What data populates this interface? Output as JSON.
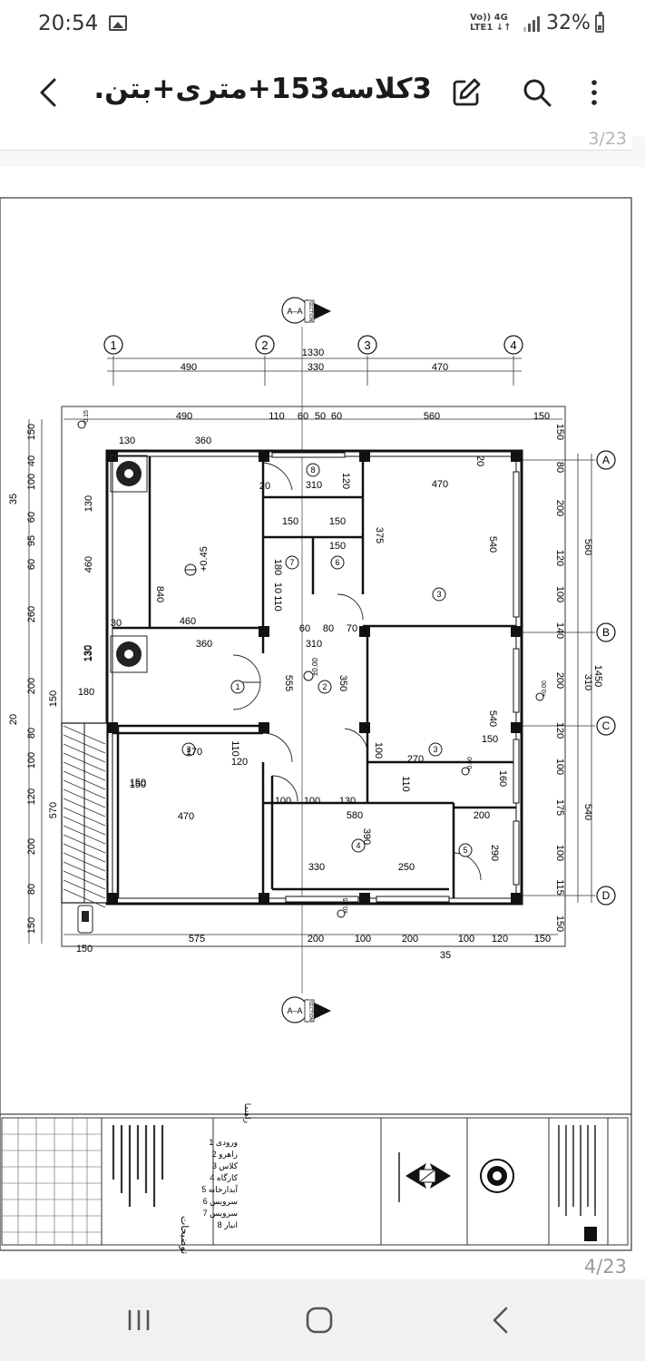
{
  "status_bar": {
    "time": "20:54",
    "network_top": "Vo))  4G",
    "network_bottom": "LTE1 ↓↑",
    "battery": "32%"
  },
  "app_bar": {
    "title": "3کلاسه153+متری+بتن...",
    "icons": [
      "back-arrow-icon",
      "edit-icon",
      "search-icon",
      "more-vert-icon"
    ]
  },
  "viewer": {
    "page_indicator_top": "3/23",
    "page_indicator_bottom": "4/23"
  },
  "drawing": {
    "section_label": "A–A",
    "section_tag": "SECTION",
    "grid_axes_top": [
      "1",
      "2",
      "3",
      "4"
    ],
    "grid_axes_right": [
      "A",
      "B",
      "C",
      "D"
    ],
    "top_total": "1330",
    "top_spans": [
      "490",
      "330",
      "470"
    ],
    "top_detail": [
      "490",
      "110",
      "60",
      "50",
      "60",
      "560",
      "150"
    ],
    "row_dims": [
      "130",
      "360",
      "470",
      "540",
      "375",
      "150",
      "150",
      "150",
      "310",
      "120",
      "20",
      "460",
      "360",
      "310",
      "555",
      "350",
      "170",
      "110",
      "120",
      "150",
      "270",
      "150",
      "160",
      "110",
      "100",
      "100",
      "130",
      "580",
      "470",
      "330",
      "250",
      "390",
      "290",
      "200",
      "100",
      "60",
      "80",
      "70",
      "180",
      "110",
      "10",
      "20",
      "30",
      "840",
      "540"
    ],
    "left_dims": [
      "150",
      "40",
      "100",
      "60",
      "95",
      "60",
      "260",
      "130",
      "200",
      "150",
      "80",
      "100",
      "120",
      "200",
      "80",
      "150",
      "35",
      "20",
      "460",
      "130",
      "130",
      "570",
      "180",
      "150"
    ],
    "right_dims": [
      "150",
      "80",
      "200",
      "120",
      "100",
      "140",
      "200",
      "120",
      "100",
      "175",
      "100",
      "115",
      "150",
      "560",
      "1450",
      "310",
      "540"
    ],
    "bottom_dims": [
      "575",
      "200",
      "100",
      "200",
      "100",
      "120",
      "150",
      "35",
      "150"
    ],
    "levels": [
      "+0.45",
      "±0.00",
      "-0.15",
      "+0.00",
      "-0.60",
      "±0.15"
    ],
    "room_tags": [
      "1",
      "2",
      "3",
      "3",
      "3",
      "4",
      "5",
      "6",
      "7",
      "8"
    ]
  },
  "title_block": {
    "legend_heading": "راهنما",
    "legend_items": [
      "1 ورودی",
      "2 راهرو",
      "3 کلاس",
      "4 کارگاه",
      "5 آبدارخانه",
      "6 سرویس",
      "7 سرویس",
      "8 انبار"
    ],
    "notes_heading": "توضیحات"
  },
  "nav_bar": {
    "icons": [
      "recent-apps-icon",
      "home-icon",
      "back-icon"
    ]
  }
}
